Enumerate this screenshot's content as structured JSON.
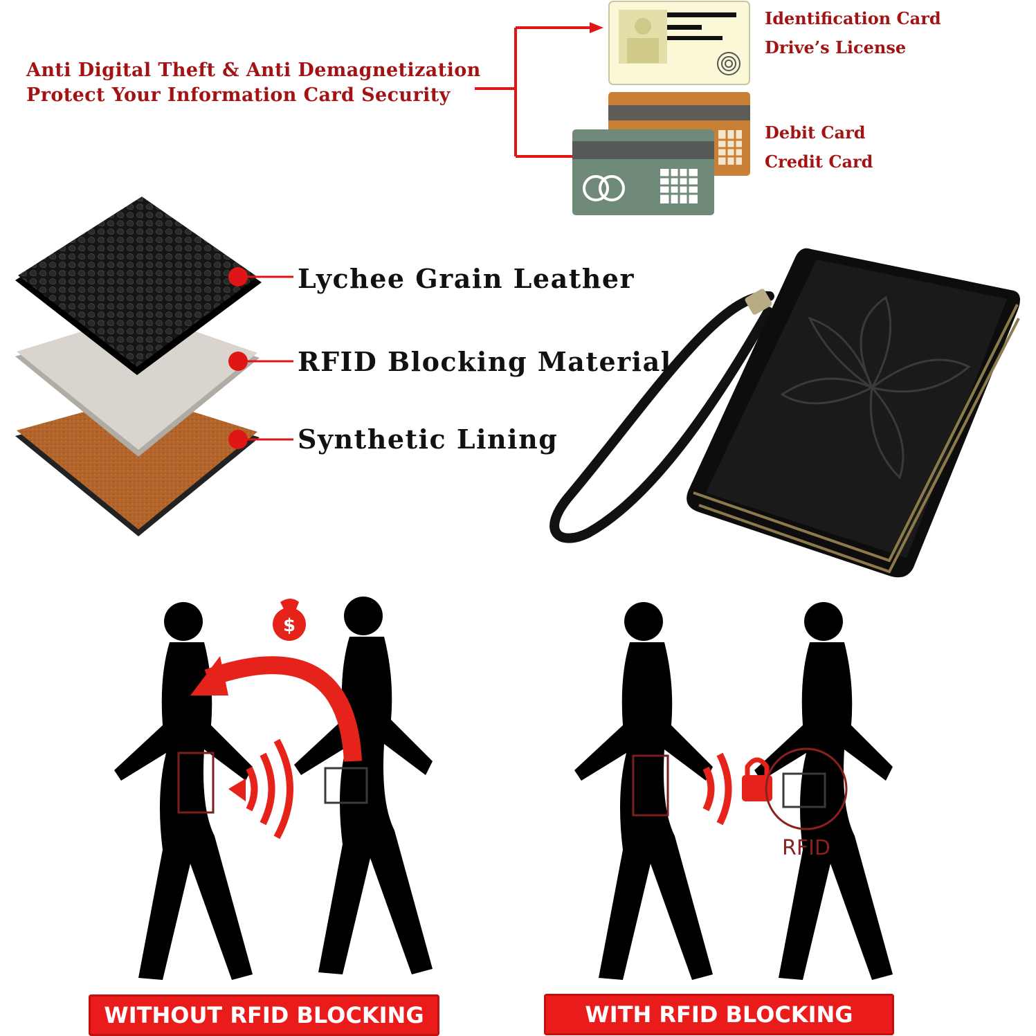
{
  "headline": {
    "line1": "Anti Digital Theft & Anti Demagnetization",
    "line2": "Protect Your Information Card Security"
  },
  "cards": {
    "id_labels": [
      "Identification Card",
      "Drive’s License"
    ],
    "bank_labels": [
      "Debit Card",
      "Credit Card"
    ]
  },
  "layers": [
    {
      "label": "Lychee Grain Leather"
    },
    {
      "label": "RFID Blocking Material"
    },
    {
      "label": "Synthetic Lining"
    }
  ],
  "scenes": {
    "without_label": "WITHOUT RFID BLOCKING",
    "with_label": "WITH RFID BLOCKING",
    "rfid_stamp": "RFID",
    "money_symbol": "$"
  },
  "colors": {
    "accent_red": "#ea1b1b",
    "text_red": "#a31313",
    "leather": "#111111",
    "rfid_layer": "#cfcbc4",
    "lining": "#b5652a",
    "id_card": "#fbf8d7",
    "debit_card": "#c98036",
    "credit_card": "#6f8a78"
  }
}
